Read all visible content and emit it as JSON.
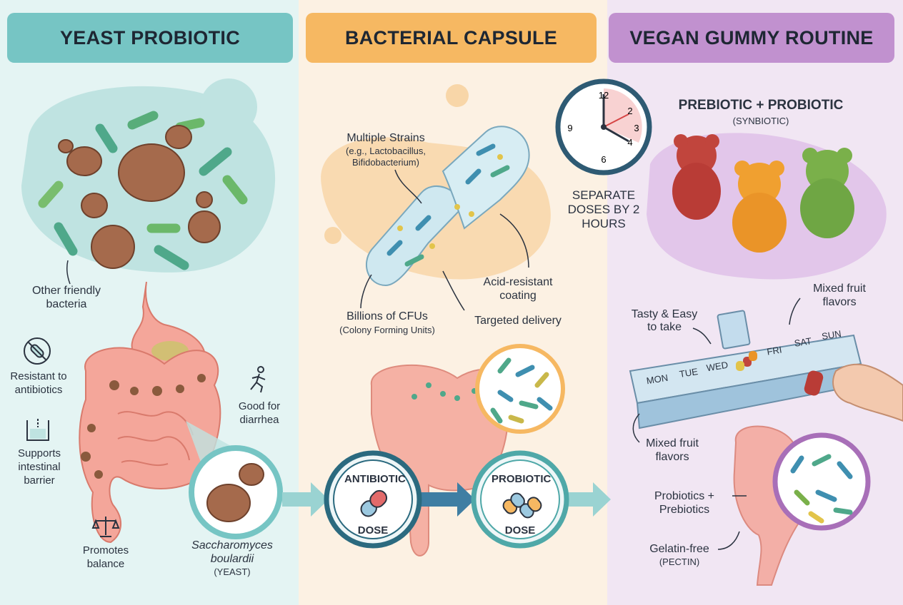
{
  "panels": {
    "yeast": {
      "title": "YEAST PROBIOTIC",
      "other_bacteria": "Other friendly bacteria",
      "resistant": "Resistant to antibiotics",
      "barrier": "Supports intestinal barrier",
      "balance": "Promotes balance",
      "diarrhea": "Good for diarrhea",
      "species": "Saccharomyces boulardii",
      "species_note": "(YEAST)"
    },
    "capsule": {
      "title": "BACTERIAL CAPSULE",
      "strains": "Multiple Strains",
      "strains_eg": "(e.g., Lactobacillus, Bifidobacterium)",
      "coating": "Acid-resistant coating",
      "cfu": "Billions of CFUs",
      "cfu_note": "(Colony Forming Units)",
      "delivery": "Targeted delivery",
      "separate": "SEPARATE DOSES BY 2 HOURS",
      "antibiotic_dose": "ANTIBIOTIC",
      "probiotic_dose": "PROBIOTIC",
      "dose_word": "DOSE",
      "clock_numbers": [
        "12",
        "2",
        "3",
        "4",
        "6",
        "9"
      ]
    },
    "gummy": {
      "title": "VEGAN GUMMY ROUTINE",
      "synbiotic_title": "PREBIOTIC + PROBIOTIC",
      "synbiotic_note": "(SYNBIOTIC)",
      "tasty": "Tasty & Easy to take",
      "mixed_top": "Mixed fruit flavors",
      "mixed_bottom": "Mixed fruit flavors",
      "pro_pre": "Probiotics + Prebiotics",
      "gelatin": "Gelatin-free",
      "pectin": "(PECTIN)",
      "days": [
        "MON",
        "TUE",
        "WED",
        "FRI",
        "SAT",
        "SUN"
      ]
    }
  },
  "colors": {
    "teal": "#76c5c4",
    "orange": "#f6b862",
    "purple": "#c191cf",
    "intestine": "#f4a69a",
    "yeast_brown": "#a56a4c"
  }
}
